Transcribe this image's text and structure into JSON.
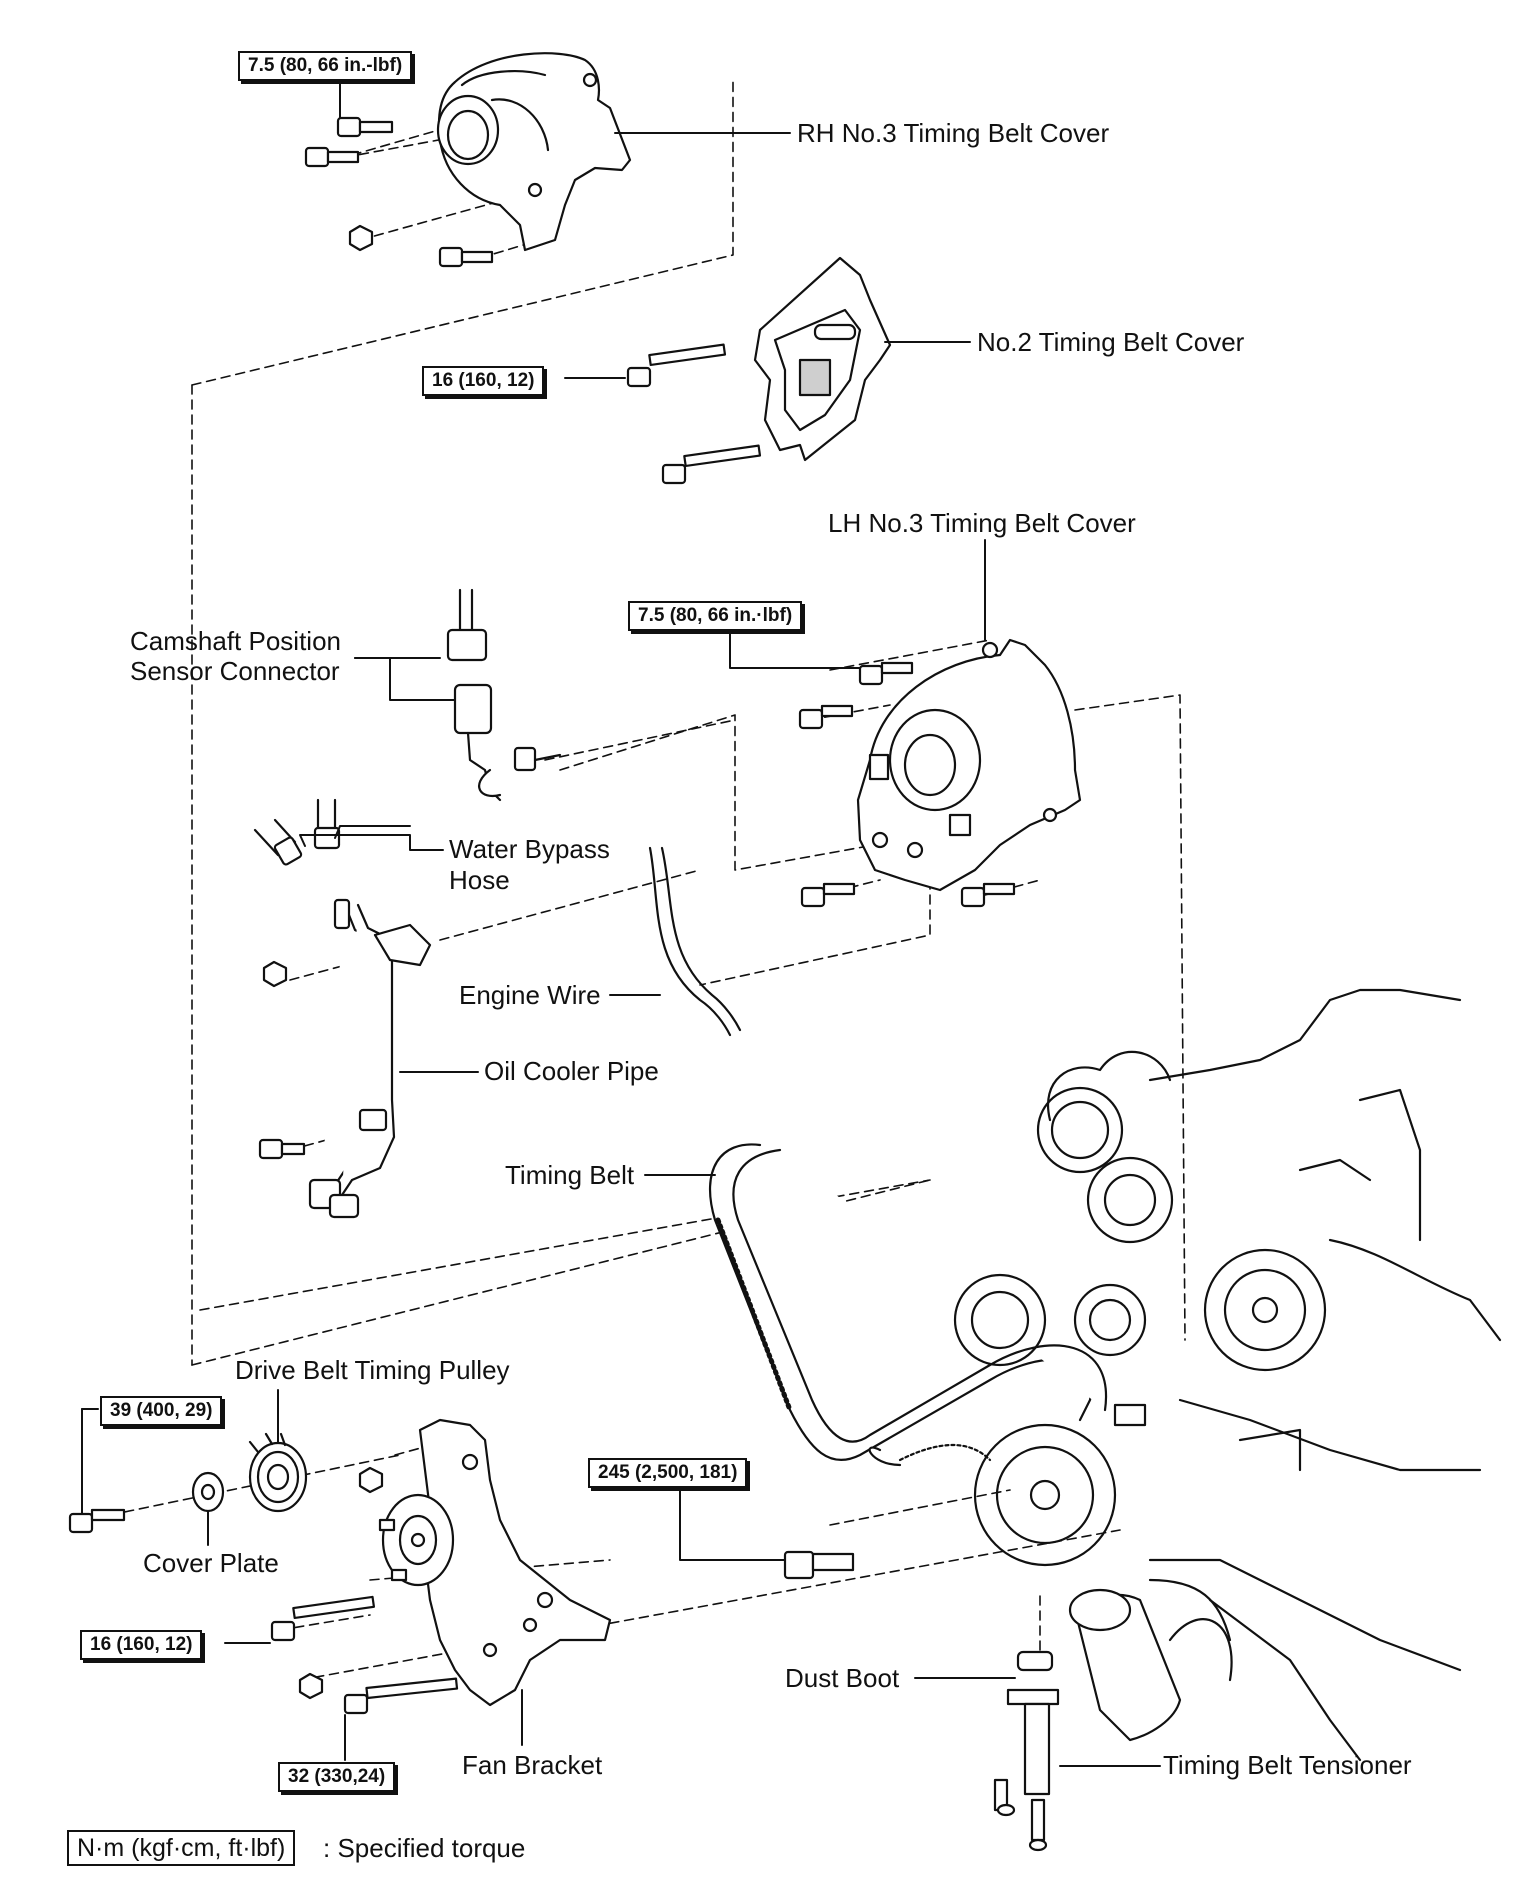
{
  "labels": {
    "rh_cover": "RH No.3 Timing Belt Cover",
    "no2_cover": "No.2 Timing Belt Cover",
    "lh_cover": "LH No.3 Timing Belt Cover",
    "cam_sensor_line1": "Camshaft Position",
    "cam_sensor_line2": "Sensor Connector",
    "water_bypass_line1": "Water Bypass",
    "water_bypass_line2": "Hose",
    "engine_wire": "Engine Wire",
    "oil_cooler_pipe": "Oil Cooler Pipe",
    "timing_belt": "Timing Belt",
    "drive_belt_pulley": "Drive Belt Timing Pulley",
    "cover_plate": "Cover Plate",
    "dust_boot": "Dust Boot",
    "fan_bracket": "Fan Bracket",
    "tensioner": "Timing Belt Tensioner"
  },
  "torques": {
    "rh_cover_bolt": "7.5 (80, 66 in.-lbf)",
    "no2_cover_bolt": "16 (160, 12)",
    "lh_cover_bolt": "7.5 (80, 66 in.·lbf)",
    "pulley_bolt": "39 (400, 29)",
    "crank_bolt": "245 (2,500, 181)",
    "fan_bracket_bolt": "16 (160, 12)",
    "fan_bracket_bolt2": "32 (330,24)"
  },
  "legend": {
    "unit_box": "N·m (kgf·cm, ft·lbf)",
    "text": ": Specified torque"
  }
}
